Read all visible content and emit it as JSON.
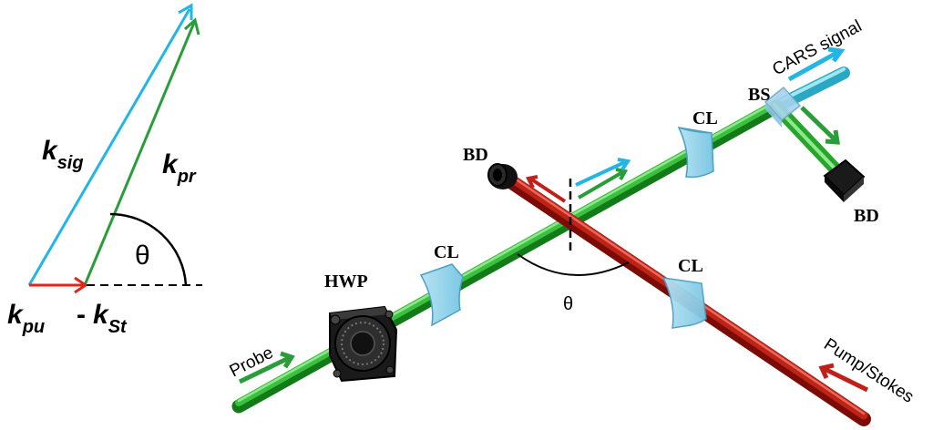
{
  "vector_diagram": {
    "k_sig": {
      "main": "k",
      "sub": "sig"
    },
    "k_pr": {
      "main": "k",
      "sub": "pr"
    },
    "angle": "θ",
    "k_pu": {
      "main": "k",
      "sub": "pu"
    },
    "minus": "-",
    "k_st": {
      "main": "k",
      "sub": "St"
    }
  },
  "setup": {
    "bd_top": "BD",
    "bd_right": "BD",
    "cl_top": "CL",
    "cl_left": "CL",
    "cl_bottom": "CL",
    "bs": "BS",
    "hwp": "HWP",
    "cars_signal": "CARS signal",
    "probe": "Probe",
    "pump_stokes": "Pump/Stokes",
    "theta": "θ"
  },
  "colors": {
    "signal": "#22b5e6",
    "probe": "#2a9d3a",
    "pump": "#c0201a",
    "lens": "#9fd6ee"
  }
}
